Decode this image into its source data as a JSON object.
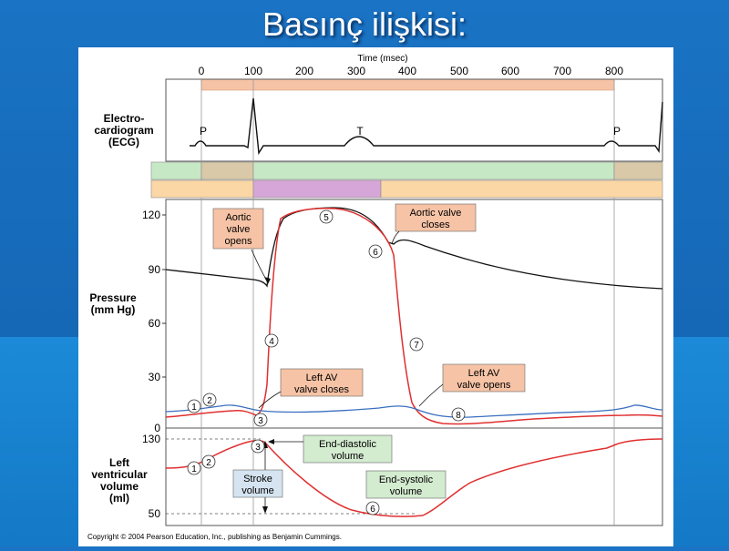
{
  "slide": {
    "title": "Basınç ilişkisi:"
  },
  "figure": {
    "time_axis": {
      "label": "Time (msec)",
      "ticks": [
        "0",
        "100",
        "200",
        "300",
        "400",
        "500",
        "600",
        "700",
        "800"
      ]
    },
    "ecg": {
      "label_lines": [
        "Electro-",
        "cardiogram",
        "(ECG)"
      ],
      "wave_labels": {
        "p1": "P",
        "t": "T",
        "p2": "P"
      }
    },
    "pressure": {
      "label_lines": [
        "Pressure",
        "(mm Hg)"
      ],
      "ticks": [
        "120",
        "90",
        "60",
        "30",
        "0"
      ]
    },
    "volume": {
      "label_lines": [
        "Left",
        "ventricular",
        "volume",
        "(ml)"
      ],
      "ticks": [
        "130",
        "50"
      ]
    },
    "annotations": {
      "aortic_opens": [
        "Aortic",
        "valve",
        "opens"
      ],
      "aortic_closes": [
        "Aortic valve",
        "closes"
      ],
      "av_closes": [
        "Left AV",
        "valve closes"
      ],
      "av_opens": [
        "Left AV",
        "valve opens"
      ],
      "end_diastolic": [
        "End-diastolic",
        "volume"
      ],
      "end_systolic": [
        "End-systolic",
        "volume"
      ],
      "stroke": [
        "Stroke",
        "volume"
      ]
    },
    "markers": [
      "1",
      "2",
      "3",
      "4",
      "5",
      "6",
      "7",
      "8"
    ],
    "copyright": "Copyright © 2004 Pearson Education, Inc., publishing as Benjamin Cummings.",
    "colors": {
      "ventricle": "#e03030",
      "aorta": "#111111",
      "atrium": "#3a6fc0",
      "bar_salmon": "#f6c3a6",
      "bar_green": "#c7e8c5",
      "bar_tan": "#d9c9a8",
      "bar_peach": "#fbd7a6",
      "bar_violet": "#d7a6d8",
      "note_salmon": "#f6c3a6",
      "note_green": "#d3ebcf",
      "note_blue": "#d5e4f0"
    }
  }
}
